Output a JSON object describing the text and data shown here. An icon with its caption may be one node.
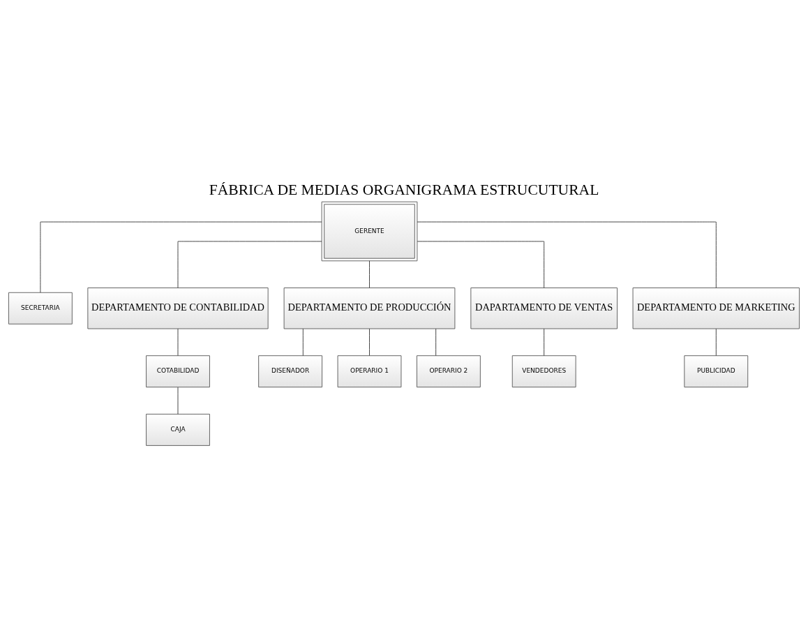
{
  "diagram": {
    "title": "FÁBRICA DE MEDIAS ORGANIGRAMA ESTRUCUTURAL",
    "nodes": [
      {
        "text": [
          "GERENTE"
        ]
      },
      {
        "text": [
          "SECRETARIA"
        ]
      },
      {
        "text": [
          "DEPARTAMENTO DE CONTABILIDAD"
        ]
      },
      {
        "text": [
          "DEPARTAMENTO DE PRODUCCIÓN"
        ]
      },
      {
        "text": [
          "DAPARTAMENTO DE VENTAS"
        ]
      },
      {
        "text": [
          "DEPARTAMENTO DE MARKETING"
        ]
      },
      {
        "text": [
          "COTABILIDAD"
        ]
      },
      {
        "text": [
          "CAJA"
        ]
      },
      {
        "text": [
          "DISEÑADOR"
        ]
      },
      {
        "text": [
          "OPERARIO 1"
        ]
      },
      {
        "text": [
          "OPERARIO 2"
        ]
      },
      {
        "text": [
          "VENDEDORES"
        ]
      },
      {
        "text": [
          "PUBLICIDAD"
        ]
      }
    ],
    "edges": [
      {
        "from": 0,
        "to": 1,
        "arrow": "none"
      },
      {
        "from": 0,
        "to": 2,
        "arrow": "none"
      },
      {
        "from": 0,
        "to": 3,
        "arrow": "none"
      },
      {
        "from": 0,
        "to": 4,
        "arrow": "none"
      },
      {
        "from": 0,
        "to": 5,
        "arrow": "none"
      },
      {
        "from": 2,
        "to": 6,
        "arrow": "none"
      },
      {
        "from": 6,
        "to": 7,
        "arrow": "none"
      },
      {
        "from": 3,
        "to": 8,
        "arrow": "none"
      },
      {
        "from": 3,
        "to": 9,
        "arrow": "none"
      },
      {
        "from": 3,
        "to": 10,
        "arrow": "none"
      },
      {
        "from": 4,
        "to": 11,
        "arrow": "none"
      },
      {
        "from": 5,
        "to": 12,
        "arrow": "none"
      }
    ]
  }
}
